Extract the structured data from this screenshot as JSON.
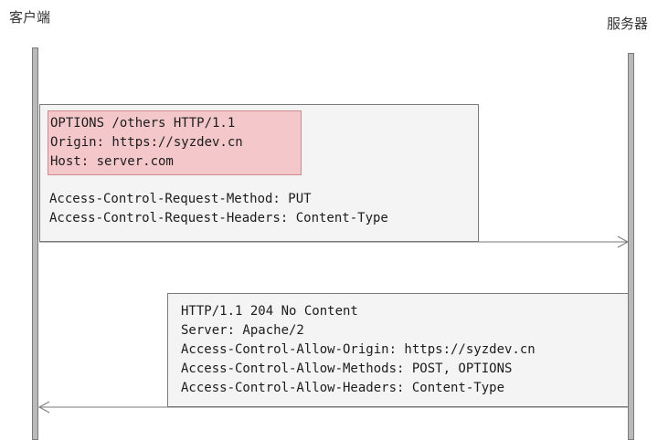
{
  "actors": {
    "client": "客户端",
    "server": "服务器"
  },
  "request": {
    "highlighted_lines": [
      "OPTIONS /others HTTP/1.1",
      "Origin: https://syzdev.cn",
      "Host: server.com"
    ],
    "extra_lines": [
      "Access-Control-Request-Method: PUT",
      "Access-Control-Request-Headers: Content-Type"
    ],
    "direction": "client-to-server"
  },
  "response": {
    "lines": [
      "HTTP/1.1 204 No Content",
      "Server: Apache/2",
      "Access-Control-Allow-Origin: https://syzdev.cn",
      "Access-Control-Allow-Methods: POST, OPTIONS",
      "Access-Control-Allow-Headers: Content-Type"
    ],
    "direction": "server-to-client"
  },
  "colors": {
    "highlight_fill": "#f4c7ca",
    "note_fill": "#f4f4f4",
    "lifeline_fill": "#b9b9b9",
    "arrow": "#7a7a7a"
  }
}
